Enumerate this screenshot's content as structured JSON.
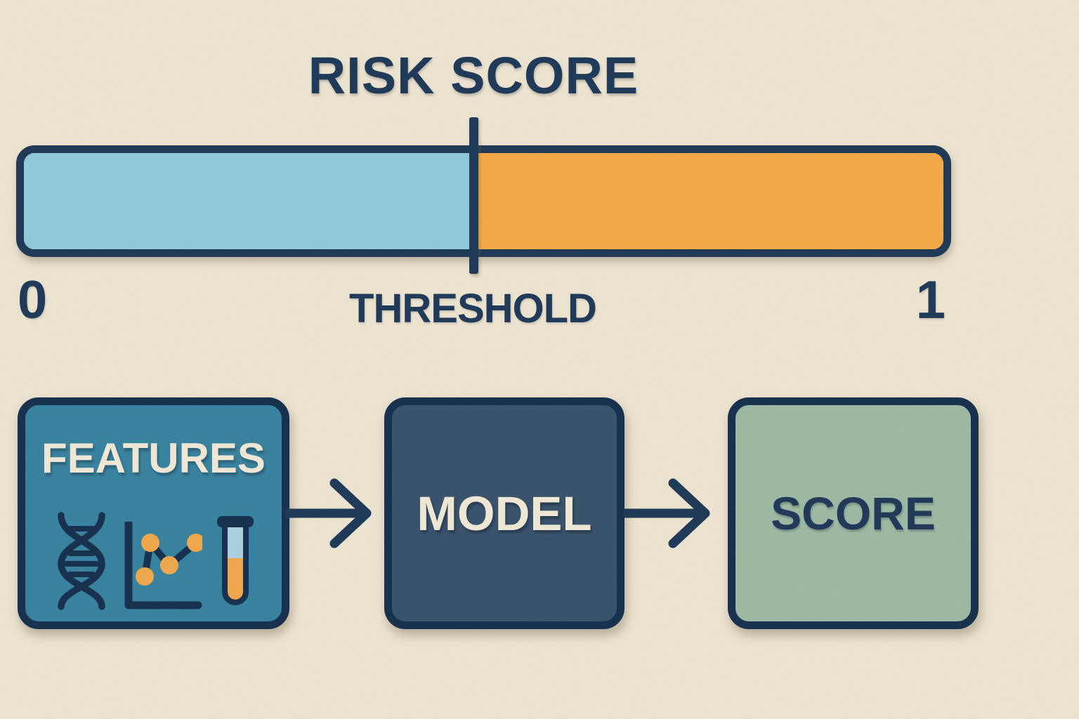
{
  "title": "RISK SCORE",
  "risk_bar": {
    "min_label": "0",
    "max_label": "1",
    "threshold_label": "THRESHOLD",
    "range": [
      0,
      1
    ],
    "threshold_fraction": 0.489,
    "low_segment_color": "#90c8dc",
    "high_segment_color": "#f4a844"
  },
  "flow": {
    "nodes": [
      {
        "id": "features",
        "label": "FEATURES",
        "fill_color": "#36819e",
        "text_color": "#f0e8d5",
        "icons": [
          "dna-icon",
          "line-chart-icon",
          "test-tube-icon"
        ]
      },
      {
        "id": "model",
        "label": "MODEL",
        "fill_color": "#37506a",
        "text_color": "#f0e8d5"
      },
      {
        "id": "score",
        "label": "SCORE",
        "fill_color": "#9cb8a2",
        "text_color": "#1c3756"
      }
    ],
    "arrow_count": 2
  },
  "colors": {
    "bg": "#ece3d0",
    "navy": "#1c3756",
    "border-navy": "#142e4c",
    "bar-blue": "#90c8dc",
    "bar-orange": "#f4a844",
    "teal": "#36819e",
    "model-fill": "#37506a",
    "score-fill": "#9cb8a2",
    "cream-text": "#f0e8d5",
    "icon-orange": "#f0a64a",
    "tube-blue": "#a9d0df"
  }
}
